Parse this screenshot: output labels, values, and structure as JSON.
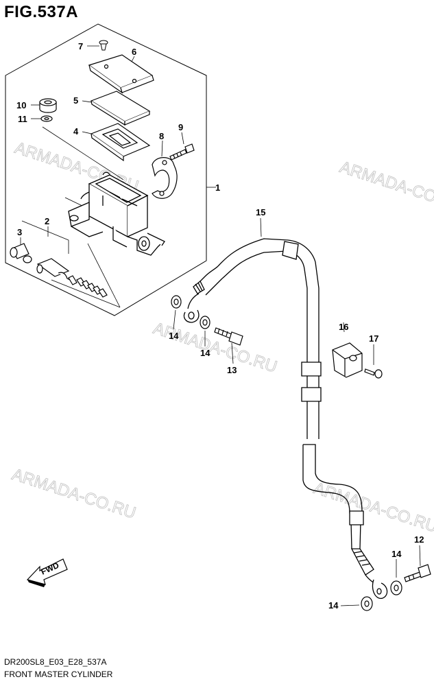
{
  "figure": {
    "title": "FIG.537A"
  },
  "footer": {
    "code": "DR200SL8_E03_E28_537A",
    "name": "FRONT MASTER CYLINDER"
  },
  "watermarks": [
    "ARMADA-CO.RU",
    "ARMADA-CO.RU",
    "ARMADA-CO.RU",
    "ARMADA-CO.RU"
  ],
  "direction": {
    "label": "FWD"
  },
  "callouts": {
    "c1": "1",
    "c2": "2",
    "c3": "3",
    "c4": "4",
    "c5": "5",
    "c6": "6",
    "c7": "7",
    "c8": "8",
    "c9": "9",
    "c10": "10",
    "c11": "11",
    "c12": "12",
    "c13": "13",
    "c14a": "14",
    "c14b": "14",
    "c14c": "14",
    "c14d": "14",
    "c15": "15",
    "c16": "16",
    "c17": "17"
  }
}
